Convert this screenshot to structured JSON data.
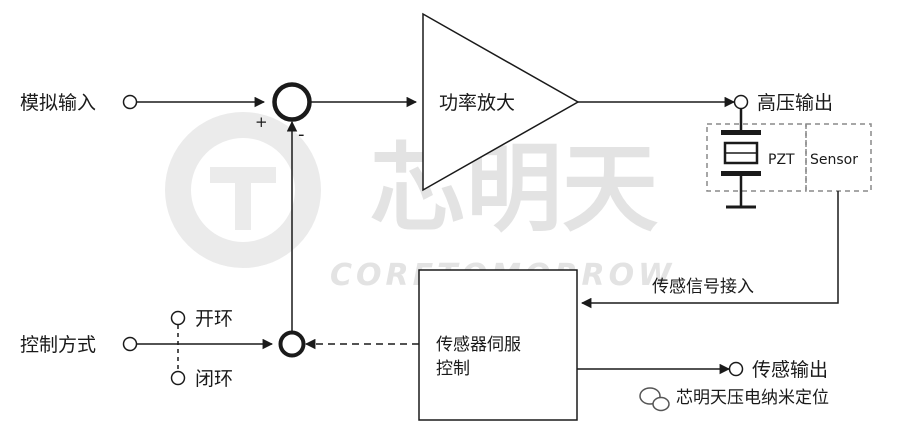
{
  "inputs": {
    "analog_input": "模拟输入",
    "control_mode": "控制方式"
  },
  "switch": {
    "open_loop": "开环",
    "closed_loop": "闭环"
  },
  "summing_junction": {
    "plus_sign": "+",
    "minus_sign": "-"
  },
  "amplifier": {
    "label": "功率放大"
  },
  "outputs": {
    "high_voltage_output": "高压输出",
    "sensor_output": "传感输出"
  },
  "actuator": {
    "pzt_label": "PZT",
    "sensor_label": "Sensor"
  },
  "feedback": {
    "sensor_signal_input": "传感信号接入"
  },
  "servo_controller": {
    "line1": "传感器伺服",
    "line2": "控制"
  },
  "watermark": {
    "logo_text": "芯明天",
    "sub_text": "CORETOMORROW"
  },
  "credit": {
    "text": "芯明天压电纳米定位"
  },
  "colors": {
    "line": "#1a1a1a",
    "dashed_border": "#8a8a8a",
    "watermark": "#e3e3e3",
    "background": "#ffffff"
  }
}
